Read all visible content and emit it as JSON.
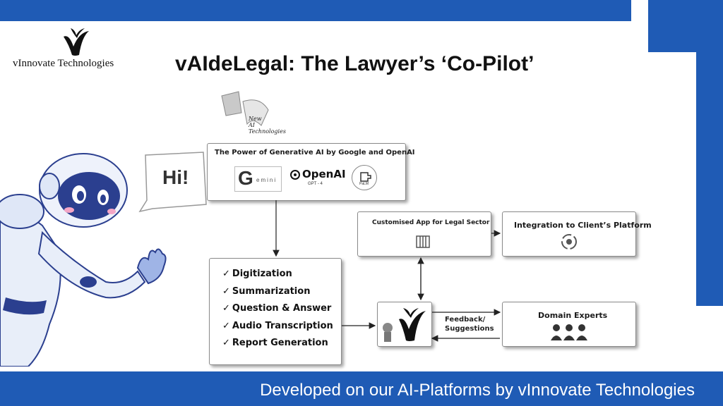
{
  "header": {
    "logo_text": "vInnovate Technologies",
    "title": "vAIdeLegal: The Lawyer’s ‘Co-Pilot’"
  },
  "bubble": {
    "text": "Hi!"
  },
  "new_ai": {
    "lines": [
      "New",
      "AI",
      "Technologies"
    ]
  },
  "generative_box": {
    "title": "The Power of Generative AI by Google and OpenAI",
    "gemini": "emini",
    "openai": "OpenAI",
    "gpt": "GPT - 4",
    "palm": "PaLM"
  },
  "features": {
    "items": [
      "Digitization",
      "Summarization",
      "Question & Answer",
      "Audio Transcription",
      "Report Generation"
    ]
  },
  "custom_app": {
    "title": "Customised App for Legal Sector"
  },
  "integration": {
    "title": "Integration to Client’s Platform"
  },
  "feedback": {
    "line1": "Feedback/",
    "line2": "Suggestions"
  },
  "domain_experts": {
    "title": "Domain Experts"
  },
  "footer": {
    "text": "Developed on our AI-Platforms by vInnovate Technologies"
  },
  "colors": {
    "brand_blue": "#1f5bb5",
    "robot_blue": "#2b3f8f"
  },
  "icons": [
    "logo-bird-icon",
    "check-icon",
    "law-book-icon",
    "gear-sync-icon",
    "people-icon",
    "robot-icon"
  ]
}
